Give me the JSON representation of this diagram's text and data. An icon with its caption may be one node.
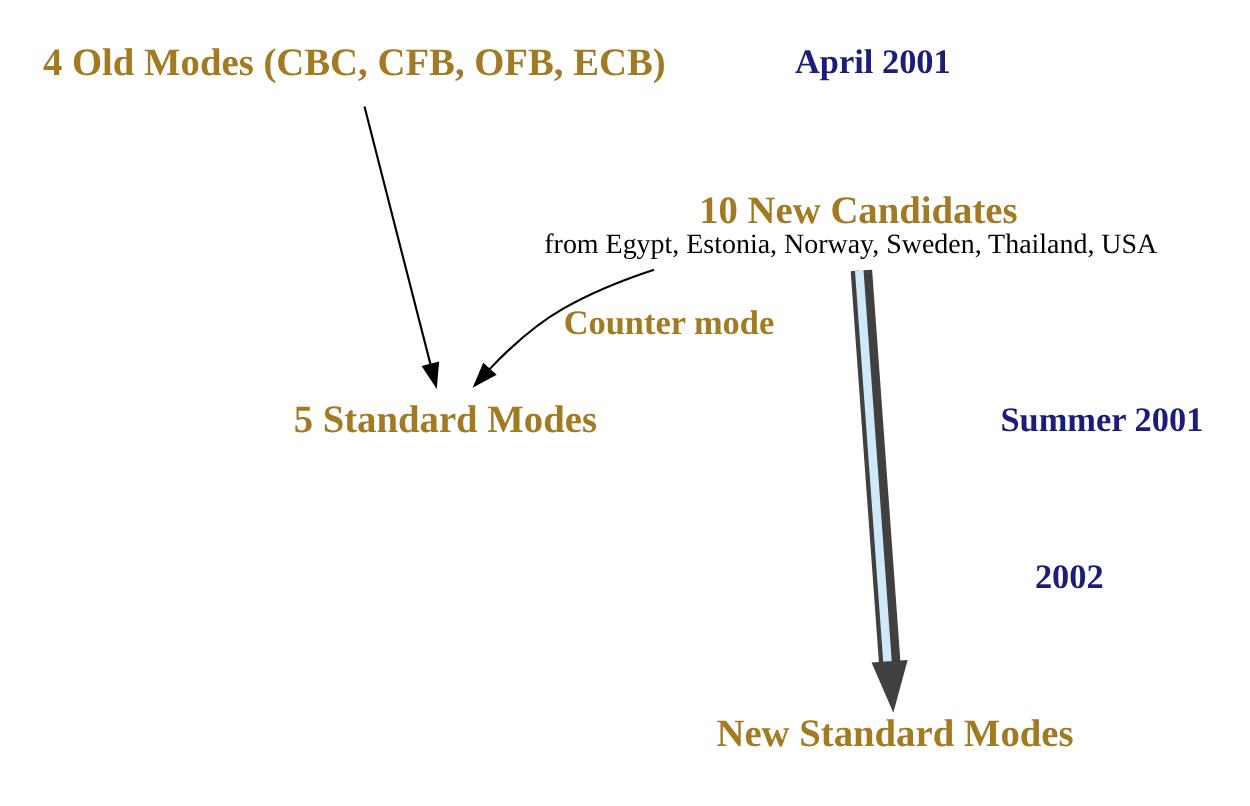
{
  "diagram": {
    "nodes": [
      {
        "text": [
          "4 Old Modes (CBC, CFB, OFB, ECB)"
        ]
      },
      {
        "text": [
          "10 New Candidates",
          "from Egypt, Estonia, Norway, Sweden, Thailand, USA"
        ]
      },
      {
        "text": [
          "5 Standard Modes"
        ]
      },
      {
        "text": [
          "New Standard Modes"
        ]
      }
    ],
    "edges": [
      {
        "from": 0,
        "to": 2,
        "arrow": "to"
      },
      {
        "from": 1,
        "to": 2,
        "arrow": "to",
        "label": "Counter mode"
      },
      {
        "from": 1,
        "to": 3,
        "arrow": "to",
        "style": "thick",
        "color": "#cfe8fa"
      }
    ],
    "labels": [
      "April 2001",
      "Summer 2001",
      "2002"
    ]
  }
}
